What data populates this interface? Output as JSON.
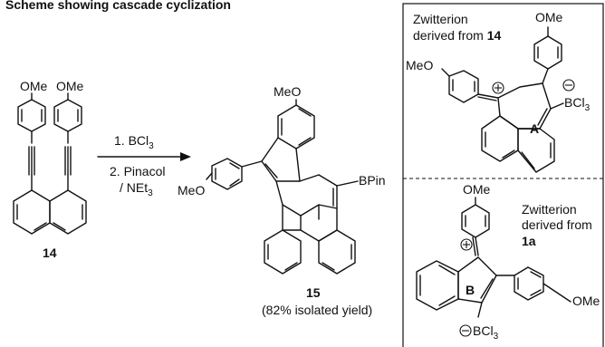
{
  "header": {
    "partial_title": "Scheme showing cascade cyclization"
  },
  "reactant": {
    "ome_left": "OMe",
    "ome_right": "OMe",
    "compound_number": "14"
  },
  "conditions": {
    "step1": "1. BCl",
    "step1_sub": "3",
    "step2_line1": "2. Pinacol",
    "step2_line2": "/ NEt",
    "step2_sub": "3"
  },
  "product": {
    "meo_top": "MeO",
    "meo_left": "MeO",
    "bpin": "BPin",
    "compound_number": "15",
    "yield": "(82% isolated yield)"
  },
  "zwitterion_a": {
    "label_line1": "Zwitterion",
    "label_line2": "derived from ",
    "label_compound": "14",
    "ome": "OMe",
    "meo": "MeO",
    "bcl": "BCl",
    "bcl_sub": "3",
    "ring_label": "A"
  },
  "zwitterion_b": {
    "label_line1": "Zwitterion",
    "label_line2": "derived from",
    "label_compound": "1a",
    "ome_top": "OMe",
    "ome_right": "OMe",
    "bcl": "BCl",
    "bcl_sub": "3",
    "ring_label": "B"
  }
}
